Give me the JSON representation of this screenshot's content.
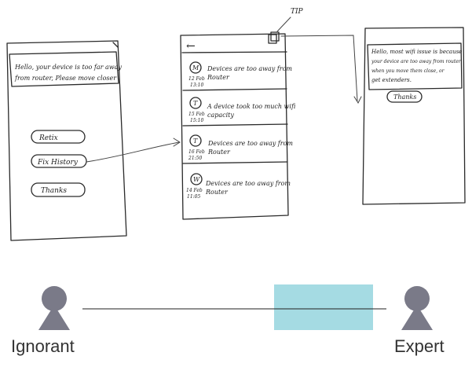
{
  "screen1": {
    "message": [
      "Hello, your device is too far away",
      "from router, Please move closer"
    ],
    "buttons": [
      "Retix",
      "Fix History",
      "Thanks"
    ]
  },
  "screen2": {
    "tip_label": "TIP",
    "back_arrow": "←",
    "rows": [
      {
        "avatar": "M",
        "date": "12 Feb",
        "time": "13:10",
        "text": [
          "Devices are too away from",
          "Router"
        ]
      },
      {
        "avatar": "T",
        "date": "15 Feb",
        "time": "15:10",
        "text": [
          "A device took too much wifi",
          "capacity"
        ]
      },
      {
        "avatar": "T",
        "date": "16 Feb",
        "time": "21:50",
        "text": [
          "Devices are too away from",
          "Router"
        ]
      },
      {
        "avatar": "W",
        "date": "14 Feb",
        "time": "11:05",
        "text": [
          "Devices are too away from",
          "Router"
        ]
      }
    ]
  },
  "screen3": {
    "message": [
      "Hello, most wifi issue is because",
      "your device are too away from router",
      "when you move them close, or",
      "get extenders."
    ],
    "button": "Thanks"
  },
  "scale": {
    "left_label": "Ignorant",
    "right_label": "Expert",
    "bar_color": "#a5dbe3",
    "figure_color": "#7a7a88"
  }
}
